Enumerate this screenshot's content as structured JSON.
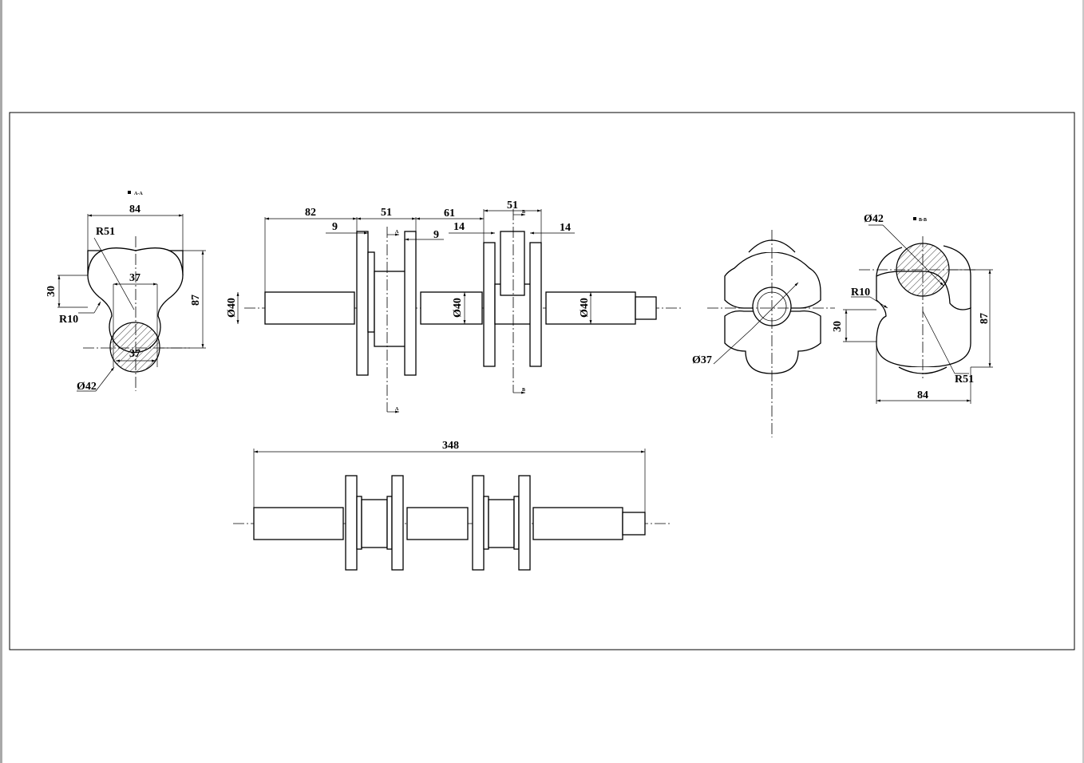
{
  "drawing": {
    "section_aa_label": "A-A",
    "section_bb_label": "B-B",
    "section_aa": {
      "width": "84",
      "radius_outer": "R51",
      "neck_width": "37",
      "inner_width": "37",
      "offset": "30",
      "height": "87",
      "radius_fillet": "R10",
      "journal_diameter": "Ø42"
    },
    "front_view": {
      "d_end": "82",
      "d_web1": "51",
      "d_gap": "61",
      "d_web2": "51",
      "d_thk1": "9",
      "d_thk2": "9",
      "d_thk3": "14",
      "d_thk4": "14",
      "dia_left": "Ø40",
      "dia_mid": "Ø40",
      "dia_right": "Ø40",
      "cut_a": "A",
      "cut_b": "B"
    },
    "end_view": {
      "hole_diameter": "Ø37"
    },
    "section_bb": {
      "journal_diameter": "Ø42",
      "radius_fillet": "R10",
      "offset": "30",
      "height": "87",
      "radius_outer": "R51",
      "width": "84"
    },
    "bottom_view": {
      "overall_length": "348"
    }
  }
}
